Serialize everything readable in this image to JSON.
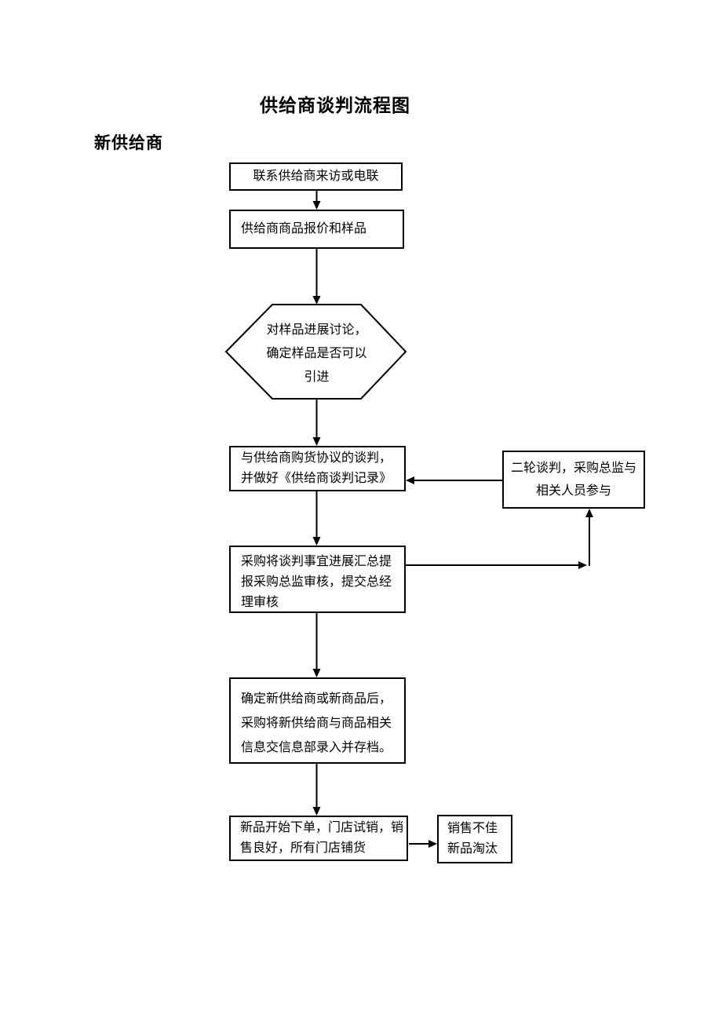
{
  "flowchart": {
    "title": "供给商谈判流程图",
    "section_label": "新供给商",
    "nodes": {
      "contact": "联系供给商来访或电联",
      "quote": "供给商商品报价和样品",
      "decision": "对样品进展讨论，\n确定样品是否可以\n引进",
      "negotiation": "与供给商购货协议的谈判，\n并做好《供给商谈判记录》",
      "second_round": "二轮谈判，采购总监与\n相关人员参与",
      "report": "采购将谈判事宜进展汇总提\n报采购总监审核，提交总经\n理审核",
      "archive": "确定新供给商或新商品后，\n采购将新供给商与商品相关\n信息交信息部录入并存档。",
      "trial": "新品开始下单，门店试销，销\n售良好，所有门店铺货",
      "eliminate": "销售不佳\n新品淘汰"
    },
    "colors": {
      "ink": "#000000",
      "paper": "#ffffff"
    }
  }
}
